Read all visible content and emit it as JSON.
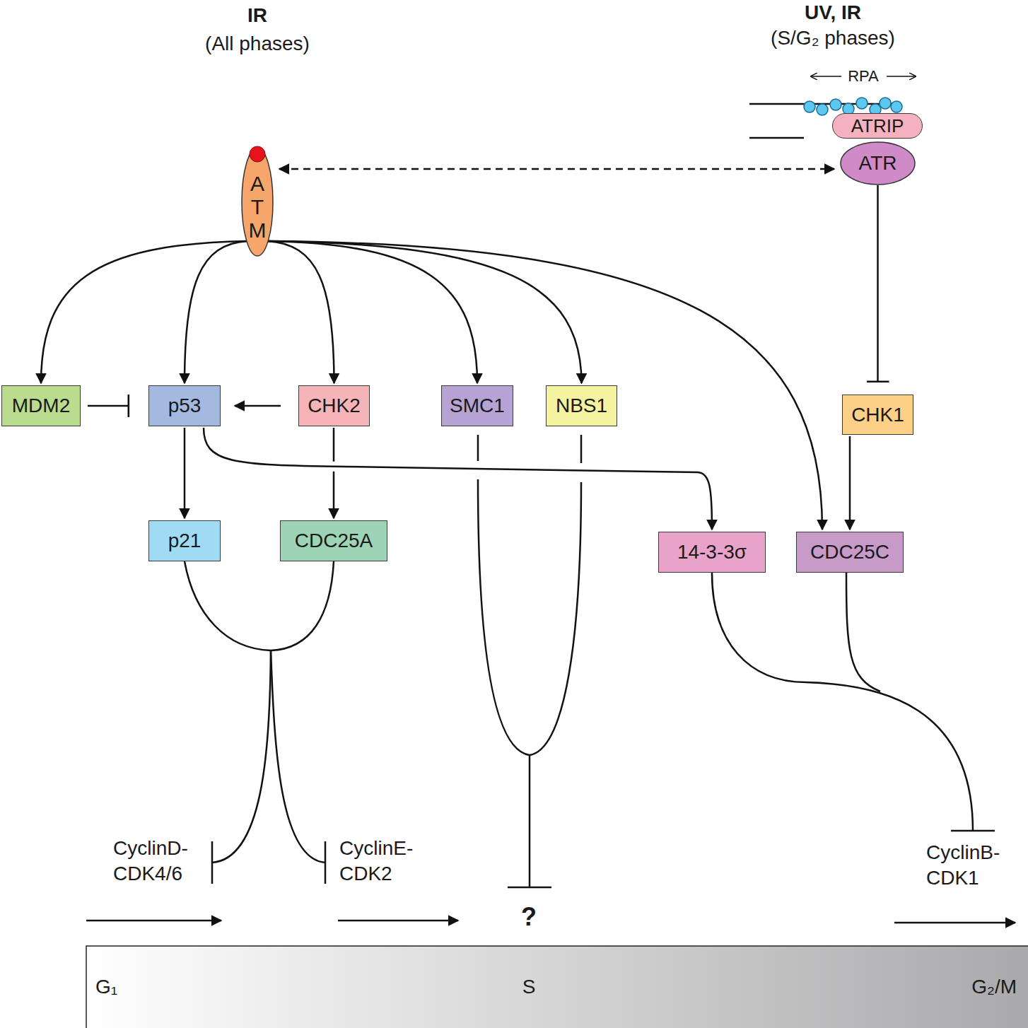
{
  "diagram": {
    "nodes": [
      {
        "text": [
          "ATM"
        ]
      },
      {
        "text": [
          "ATRIP"
        ]
      },
      {
        "text": [
          "ATR"
        ]
      },
      {
        "text": [
          "MDM2"
        ]
      },
      {
        "text": [
          "p53"
        ]
      },
      {
        "text": [
          "CHK2"
        ]
      },
      {
        "text": [
          "SMC1"
        ]
      },
      {
        "text": [
          "NBS1"
        ]
      },
      {
        "text": [
          "CHK1"
        ]
      },
      {
        "text": [
          "p21"
        ]
      },
      {
        "text": [
          "CDC25A"
        ]
      },
      {
        "text": [
          "14-3-3σ"
        ]
      },
      {
        "text": [
          "CDC25C"
        ]
      }
    ],
    "edges": [
      {
        "from": 0,
        "to": 2,
        "arrow": "both"
      },
      {
        "from": 2,
        "to": 8,
        "arrow": "to"
      },
      {
        "from": 0,
        "to": 3,
        "arrow": "to"
      },
      {
        "from": 0,
        "to": 4,
        "arrow": "to"
      },
      {
        "from": 0,
        "to": 5,
        "arrow": "to"
      },
      {
        "from": 0,
        "to": 6,
        "arrow": "to"
      },
      {
        "from": 0,
        "to": 7,
        "arrow": "to"
      },
      {
        "from": 0,
        "to": 12,
        "arrow": "to"
      },
      {
        "from": 3,
        "to": 4,
        "arrow": "to"
      },
      {
        "from": 5,
        "to": 4,
        "arrow": "to"
      },
      {
        "from": 4,
        "to": 9,
        "arrow": "to"
      },
      {
        "from": 5,
        "to": 10,
        "arrow": "to"
      },
      {
        "from": 4,
        "to": 11,
        "arrow": "to"
      },
      {
        "from": 8,
        "to": 12,
        "arrow": "to"
      }
    ],
    "labels": [
      "IR",
      "(All phases)",
      "UV, IR",
      "(S/G₂ phases)",
      "RPA",
      "CyclinD- CDK4/6",
      "CyclinE- CDK2",
      "?",
      "CyclinB- CDK1",
      "G₁",
      "S",
      "G₂/M"
    ]
  }
}
